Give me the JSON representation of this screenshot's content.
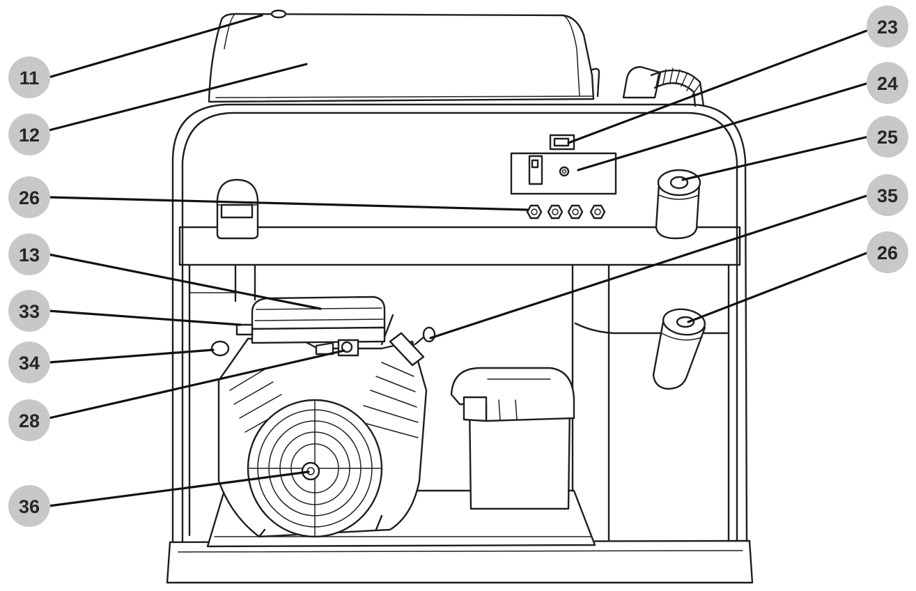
{
  "callouts": [
    {
      "id": "c11",
      "label": "11"
    },
    {
      "id": "c12",
      "label": "12"
    },
    {
      "id": "c26a",
      "label": "26"
    },
    {
      "id": "c13",
      "label": "13"
    },
    {
      "id": "c33",
      "label": "33"
    },
    {
      "id": "c34",
      "label": "34"
    },
    {
      "id": "c28",
      "label": "28"
    },
    {
      "id": "c36",
      "label": "36"
    },
    {
      "id": "c23",
      "label": "23"
    },
    {
      "id": "c24",
      "label": "24"
    },
    {
      "id": "c25",
      "label": "25"
    },
    {
      "id": "c35",
      "label": "35"
    },
    {
      "id": "c26b",
      "label": "26"
    }
  ],
  "colors": {
    "line": "#1e1e1e",
    "badge_fill": "#c8c8c8",
    "badge_text": "#262626",
    "background": "#ffffff"
  }
}
